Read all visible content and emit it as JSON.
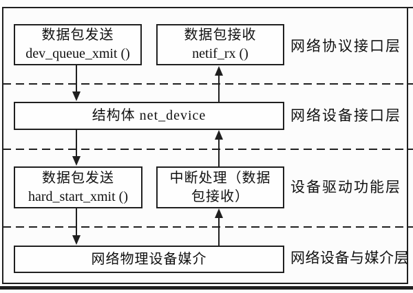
{
  "figure": {
    "colors": {
      "line": "#1f1f1f",
      "text": "#101010",
      "background": "#fcfcfc",
      "box_fill": "#fefefe"
    },
    "boxes": [
      {
        "id": "packet-send-protocol",
        "lines": [
          "数据包发送",
          "dev_queue_xmit ()"
        ]
      },
      {
        "id": "packet-receive-protocol",
        "lines": [
          "数据包接收",
          "netif_rx ()"
        ]
      },
      {
        "id": "net-device-struct",
        "lines": [
          "结构体 net_device"
        ]
      },
      {
        "id": "packet-send-driver",
        "lines": [
          "数据包发送",
          "hard_start_xmit ()"
        ]
      },
      {
        "id": "interrupt-handler",
        "lines": [
          "中断处理（数据",
          "包接收）"
        ]
      },
      {
        "id": "physical-device-medium",
        "lines": [
          "网络物理设备媒介"
        ]
      }
    ],
    "layers": [
      {
        "label": "网络协议接口层"
      },
      {
        "label": "网络设备接口层"
      },
      {
        "label": "设备驱动功能层"
      },
      {
        "label": "网络设备与媒介层"
      }
    ]
  }
}
